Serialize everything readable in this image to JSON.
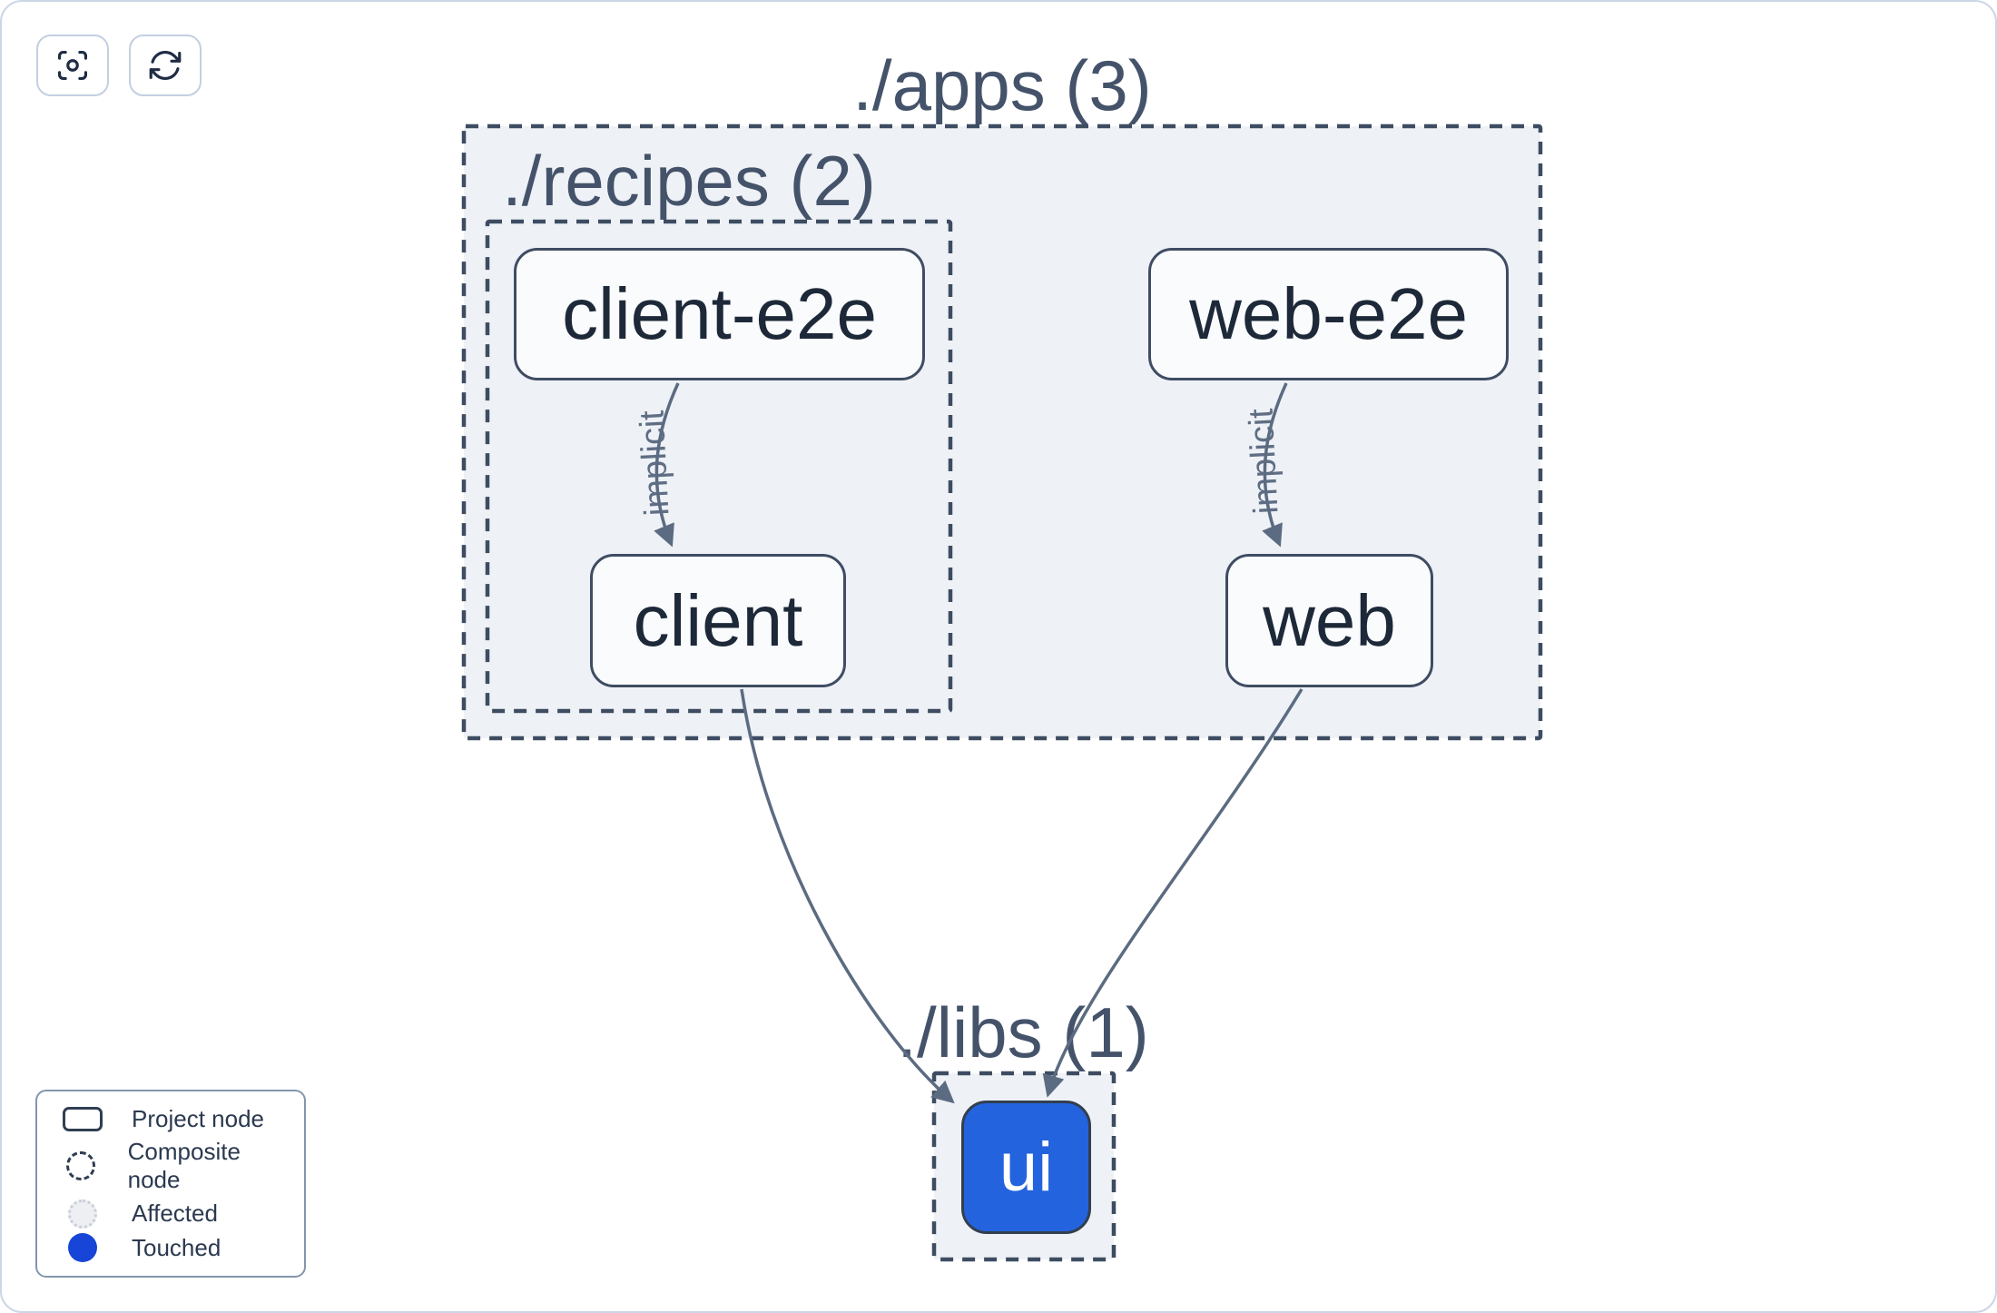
{
  "toolbar": {
    "buttons": [
      {
        "name": "zoom-to-fit",
        "icon": "focus-icon"
      },
      {
        "name": "refresh",
        "icon": "refresh-icon"
      }
    ]
  },
  "graph": {
    "groups": [
      {
        "id": "apps",
        "label": "./apps (3)"
      },
      {
        "id": "recipes",
        "label": "./recipes (2)"
      },
      {
        "id": "libs",
        "label": "./libs (1)"
      }
    ],
    "nodes": [
      {
        "id": "client-e2e",
        "label": "client-e2e",
        "type": "project"
      },
      {
        "id": "web-e2e",
        "label": "web-e2e",
        "type": "project"
      },
      {
        "id": "client",
        "label": "client",
        "type": "project"
      },
      {
        "id": "web",
        "label": "web",
        "type": "project"
      },
      {
        "id": "ui",
        "label": "ui",
        "type": "project",
        "state": "touched"
      }
    ],
    "edges": [
      {
        "source": "client-e2e",
        "target": "client",
        "label": "implicit"
      },
      {
        "source": "web-e2e",
        "target": "web",
        "label": "implicit"
      },
      {
        "source": "client",
        "target": "ui",
        "label": ""
      },
      {
        "source": "web",
        "target": "ui",
        "label": ""
      }
    ]
  },
  "legend": {
    "items": [
      {
        "label": "Project node"
      },
      {
        "label": "Composite node"
      },
      {
        "label": "Affected"
      },
      {
        "label": "Touched"
      }
    ]
  },
  "colors": {
    "container_fill": "#eef1f6",
    "dashed_border": "#3d4c61",
    "node_border": "#3f4c63",
    "node_text": "#1d2939",
    "edge": "#5b6b81",
    "title_text": "#44536a",
    "touched_blue_node": "#2363de",
    "touched_blue_legend": "#1645d8",
    "canvas_border": "#ccd6e6"
  }
}
